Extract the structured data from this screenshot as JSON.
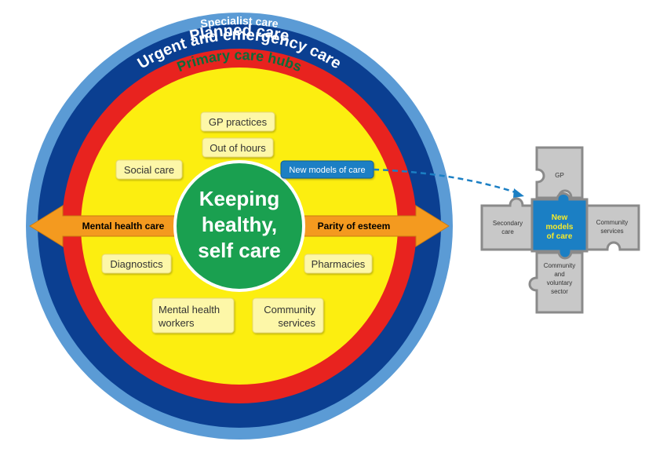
{
  "rings": {
    "specialist_care": "Specialist care",
    "planned_care": "Planned care",
    "urgent_care": "Urgent and emergency care",
    "primary_care_hubs": "Primary care hubs"
  },
  "center": {
    "line1": "Keeping",
    "line2": "healthy,",
    "line3": "self care"
  },
  "arrows": {
    "left": "Mental health care",
    "right": "Parity of esteem"
  },
  "boxes": {
    "gp_practices": "GP practices",
    "out_of_hours": "Out of hours",
    "social_care": "Social care",
    "new_models": "New models of care",
    "diagnostics": "Diagnostics",
    "pharmacies": "Pharmacies",
    "mental_health_workers_1": "Mental health",
    "mental_health_workers_2": "workers",
    "community_services_1": "Community",
    "community_services_2": "services"
  },
  "puzzle": {
    "gp": "GP",
    "secondary_1": "Secondary",
    "secondary_2": "care",
    "community_services_1": "Community",
    "community_services_2": "services",
    "community_voluntary_1": "Community",
    "community_voluntary_2": "and",
    "community_voluntary_3": "voluntary",
    "community_voluntary_4": "sector",
    "center_1": "New",
    "center_2": "models",
    "center_3": "of care"
  },
  "colors": {
    "outer_light_blue": "#5b9bd5",
    "dark_blue": "#0b3f91",
    "red": "#e8231f",
    "yellow": "#fcee10",
    "green": "#1aa050",
    "orange": "#f49a1f",
    "box_fill": "#fdf7a8",
    "puzzle_gray": "#c8c8c8",
    "puzzle_blue": "#1b7fc4",
    "accent_yellow_text": "#f7ea2a",
    "hub_label": "#0c6b3a"
  }
}
